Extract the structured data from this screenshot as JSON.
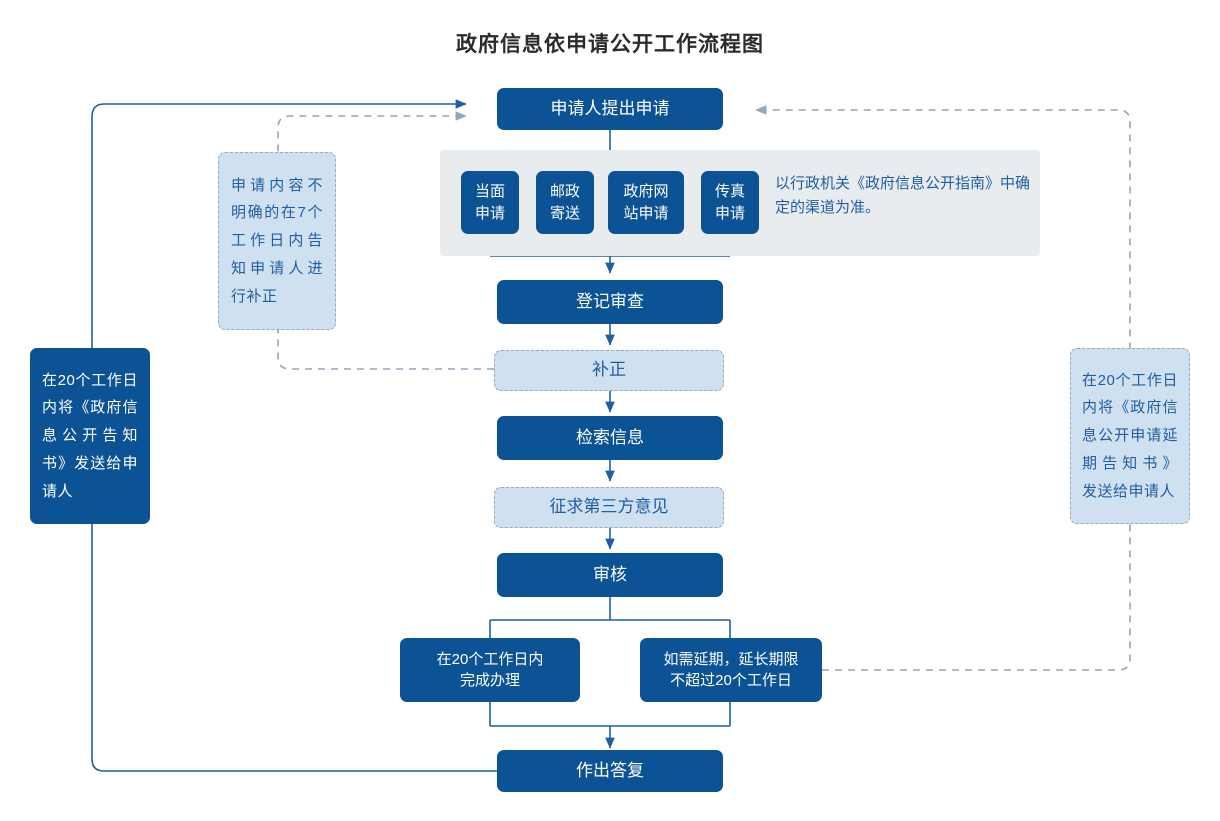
{
  "title": "政府信息依申请公开工作流程图",
  "colors": {
    "primary": "#0b5394",
    "light_node": "#cfe1f0",
    "light_node_text": "#1f5fa0",
    "panel": "#e8ecef",
    "dashed_line": "#8fa7bb",
    "solid_line": "#1f5fa0",
    "title_text": "#2b2b2b"
  },
  "nodes": {
    "apply": "申请人提出申请",
    "channels": [
      "当面\n申请",
      "邮政\n寄送",
      "政府网\n站申请",
      "传真\n申请"
    ],
    "channel_note": "以行政机关《政府信息公开指南》中确定的渠道为准。",
    "register_review": "登记审查",
    "supplement": "补正",
    "search_info": "检索信息",
    "third_party_opinion": "征求第三方意见",
    "audit": "审核",
    "finish_20days": "在20个工作日内\n完成办理",
    "extension": "如需延期，延长期限\n不超过20个工作日",
    "reply": "作出答复"
  },
  "notes": {
    "left_dashed": "申请内容不明确的在7个工作日内告知申请人进行补正",
    "left_solid": "在20个工作日内将《政府信息公开告知书》发送给申请人",
    "right_dashed": "在20个工作日内将《政府信息公开申请延期告知书》 发送给申请人"
  },
  "chart_data": {
    "type": "flowchart",
    "title": "政府信息依申请公开工作流程图",
    "orientation": "top-to-bottom",
    "steps": [
      {
        "id": "apply",
        "label": "申请人提出申请",
        "style": "solid"
      },
      {
        "id": "ch1",
        "label": "当面申请",
        "style": "solid"
      },
      {
        "id": "ch2",
        "label": "邮政寄送",
        "style": "solid"
      },
      {
        "id": "ch3",
        "label": "政府网站申请",
        "style": "solid"
      },
      {
        "id": "ch4",
        "label": "传真申请",
        "style": "solid"
      },
      {
        "id": "register_review",
        "label": "登记审查",
        "style": "solid"
      },
      {
        "id": "supplement",
        "label": "补正",
        "style": "light-dashed"
      },
      {
        "id": "search_info",
        "label": "检索信息",
        "style": "solid"
      },
      {
        "id": "third_party_opinion",
        "label": "征求第三方意见",
        "style": "light-dashed"
      },
      {
        "id": "audit",
        "label": "审核",
        "style": "solid"
      },
      {
        "id": "finish_20days",
        "label": "在20个工作日内完成办理",
        "style": "solid"
      },
      {
        "id": "extension",
        "label": "如需延期，延长期限不超过20个工作日",
        "style": "solid"
      },
      {
        "id": "reply",
        "label": "作出答复",
        "style": "solid"
      }
    ],
    "edges": [
      {
        "from": "apply",
        "to": "ch1",
        "style": "solid-arrow"
      },
      {
        "from": "apply",
        "to": "ch2",
        "style": "solid-arrow"
      },
      {
        "from": "apply",
        "to": "ch3",
        "style": "solid-arrow"
      },
      {
        "from": "apply",
        "to": "ch4",
        "style": "solid-arrow"
      },
      {
        "from": "channels",
        "to": "register_review",
        "style": "solid-arrow"
      },
      {
        "from": "register_review",
        "to": "supplement",
        "style": "solid-arrow"
      },
      {
        "from": "supplement",
        "to": "search_info",
        "style": "solid-arrow"
      },
      {
        "from": "search_info",
        "to": "third_party_opinion",
        "style": "solid-arrow"
      },
      {
        "from": "third_party_opinion",
        "to": "audit",
        "style": "solid-arrow"
      },
      {
        "from": "audit",
        "to": "finish_20days",
        "style": "solid"
      },
      {
        "from": "audit",
        "to": "extension",
        "style": "solid"
      },
      {
        "from": "finish_20days",
        "to": "reply",
        "style": "solid-arrow"
      },
      {
        "from": "extension",
        "to": "reply",
        "style": "solid-arrow"
      },
      {
        "from": "reply",
        "to": "apply",
        "style": "solid-feedback-left",
        "note": "在20个工作日内将《政府信息公开告知书》发送给申请人"
      },
      {
        "from": "supplement",
        "to": "apply",
        "style": "dashed-feedback-left",
        "note": "申请内容不明确的在7个工作日内告知申请人进行补正"
      },
      {
        "from": "extension",
        "to": "apply",
        "style": "dashed-feedback-right",
        "note": "在20个工作日内将《政府信息公开申请延期告知书》 发送给申请人"
      }
    ]
  }
}
